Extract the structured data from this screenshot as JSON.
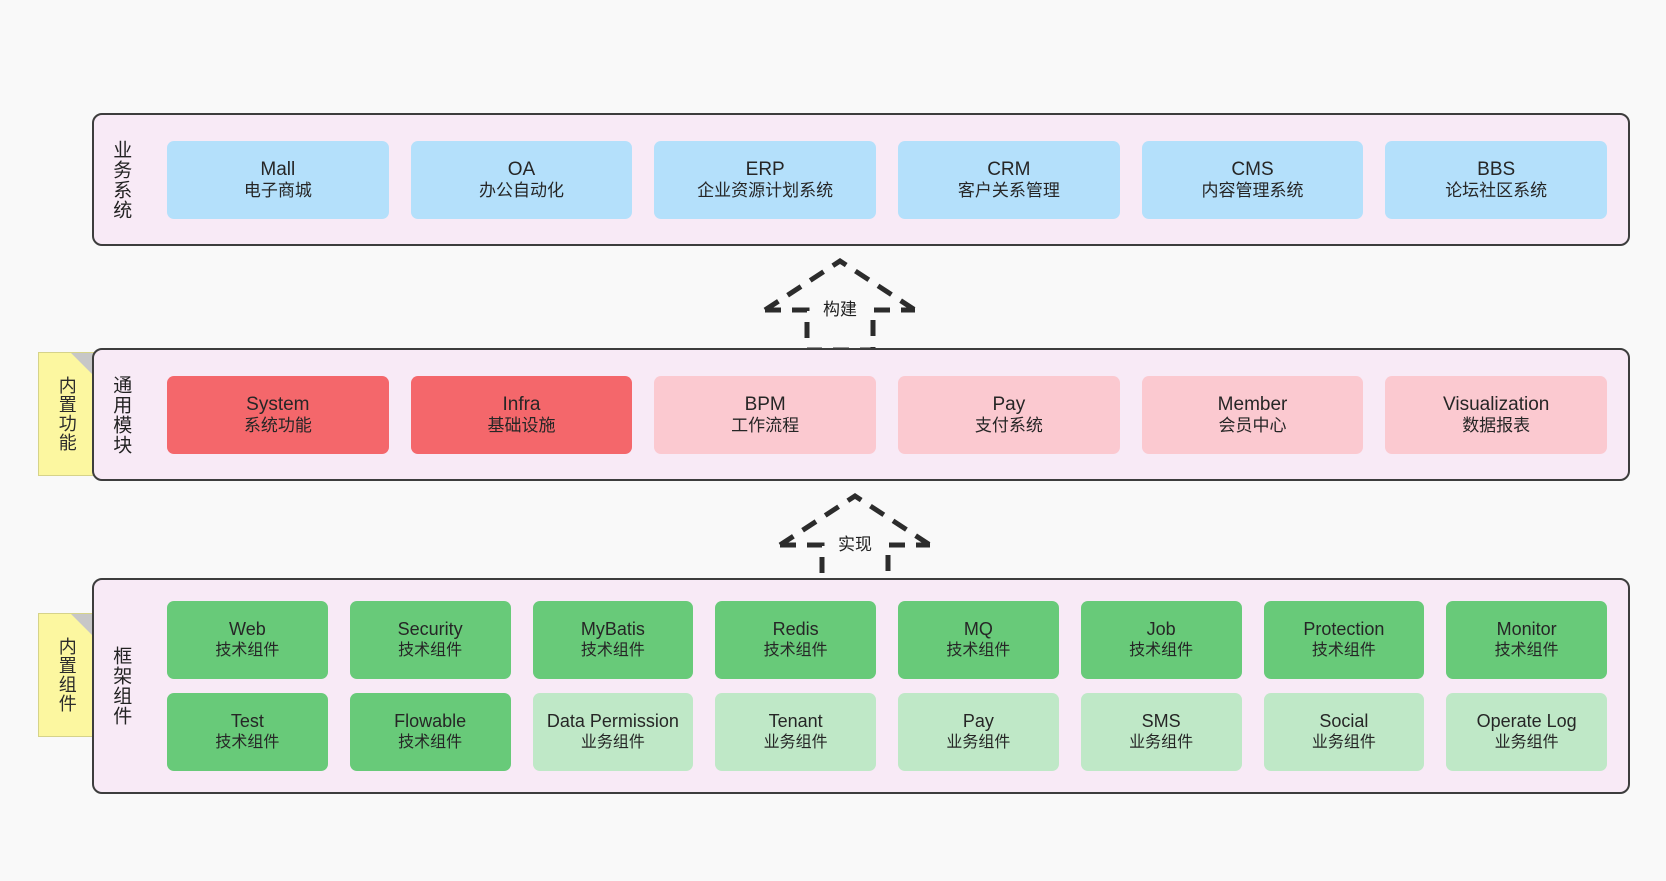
{
  "diagram": {
    "background_color": "#f9f9f9",
    "layer_fill": "#f8eaf6",
    "layer_border": "#3d3d3d",
    "note_fill": "#fcf7a0"
  },
  "layers": [
    {
      "id": "business-systems",
      "title": "业务系统",
      "note": null,
      "rows": [
        {
          "boxes": [
            {
              "name": "Mall",
              "desc": "电子商城",
              "color": "#b4e0fb",
              "style": "c-blue"
            },
            {
              "name": "OA",
              "desc": "办公自动化",
              "color": "#b4e0fb",
              "style": "c-blue"
            },
            {
              "name": "ERP",
              "desc": "企业资源计划系统",
              "color": "#b4e0fb",
              "style": "c-blue"
            },
            {
              "name": "CRM",
              "desc": "客户关系管理",
              "color": "#b4e0fb",
              "style": "c-blue"
            },
            {
              "name": "CMS",
              "desc": "内容管理系统",
              "color": "#b4e0fb",
              "style": "c-blue"
            },
            {
              "name": "BBS",
              "desc": "论坛社区系统",
              "color": "#b4e0fb",
              "style": "c-blue"
            }
          ]
        }
      ]
    },
    {
      "id": "common-modules",
      "title": "通用模块",
      "note": "内置功能",
      "rows": [
        {
          "boxes": [
            {
              "name": "System",
              "desc": "系统功能",
              "color": "#f4676b",
              "style": "c-red"
            },
            {
              "name": "Infra",
              "desc": "基础设施",
              "color": "#f4676b",
              "style": "c-red"
            },
            {
              "name": "BPM",
              "desc": "工作流程",
              "color": "#fbc9d0",
              "style": "c-pink"
            },
            {
              "name": "Pay",
              "desc": "支付系统",
              "color": "#fbc9d0",
              "style": "c-pink"
            },
            {
              "name": "Member",
              "desc": "会员中心",
              "color": "#fbc9d0",
              "style": "c-pink"
            },
            {
              "name": "Visualization",
              "desc": "数据报表",
              "color": "#fbc9d0",
              "style": "c-pink"
            }
          ]
        }
      ]
    },
    {
      "id": "framework-components",
      "title": "框架组件",
      "note": "内置组件",
      "rows": [
        {
          "boxes": [
            {
              "name": "Web",
              "desc": "技术组件",
              "color": "#68ca79",
              "style": "c-green"
            },
            {
              "name": "Security",
              "desc": "技术组件",
              "color": "#68ca79",
              "style": "c-green"
            },
            {
              "name": "MyBatis",
              "desc": "技术组件",
              "color": "#68ca79",
              "style": "c-green"
            },
            {
              "name": "Redis",
              "desc": "技术组件",
              "color": "#68ca79",
              "style": "c-green"
            },
            {
              "name": "MQ",
              "desc": "技术组件",
              "color": "#68ca79",
              "style": "c-green"
            },
            {
              "name": "Job",
              "desc": "技术组件",
              "color": "#68ca79",
              "style": "c-green"
            },
            {
              "name": "Protection",
              "desc": "技术组件",
              "color": "#68ca79",
              "style": "c-green"
            },
            {
              "name": "Monitor",
              "desc": "技术组件",
              "color": "#68ca79",
              "style": "c-green"
            }
          ]
        },
        {
          "boxes": [
            {
              "name": "Test",
              "desc": "技术组件",
              "color": "#68ca79",
              "style": "c-green"
            },
            {
              "name": "Flowable",
              "desc": "技术组件",
              "color": "#68ca79",
              "style": "c-green"
            },
            {
              "name": "Data Permission",
              "desc": "业务组件",
              "color": "#bfe8c7",
              "style": "c-lightgreen"
            },
            {
              "name": "Tenant",
              "desc": "业务组件",
              "color": "#bfe8c7",
              "style": "c-lightgreen"
            },
            {
              "name": "Pay",
              "desc": "业务组件",
              "color": "#bfe8c7",
              "style": "c-lightgreen"
            },
            {
              "name": "SMS",
              "desc": "业务组件",
              "color": "#bfe8c7",
              "style": "c-lightgreen"
            },
            {
              "name": "Social",
              "desc": "业务组件",
              "color": "#bfe8c7",
              "style": "c-lightgreen"
            },
            {
              "name": "Operate Log",
              "desc": "业务组件",
              "color": "#bfe8c7",
              "style": "c-lightgreen"
            }
          ]
        }
      ]
    }
  ],
  "connectors": [
    {
      "id": "build",
      "label": "构建",
      "from": "common-modules",
      "to": "business-systems",
      "style": "dashed-hollow-arrow-up"
    },
    {
      "id": "implement",
      "label": "实现",
      "from": "framework-components",
      "to": "common-modules",
      "style": "dashed-hollow-arrow-up"
    }
  ]
}
